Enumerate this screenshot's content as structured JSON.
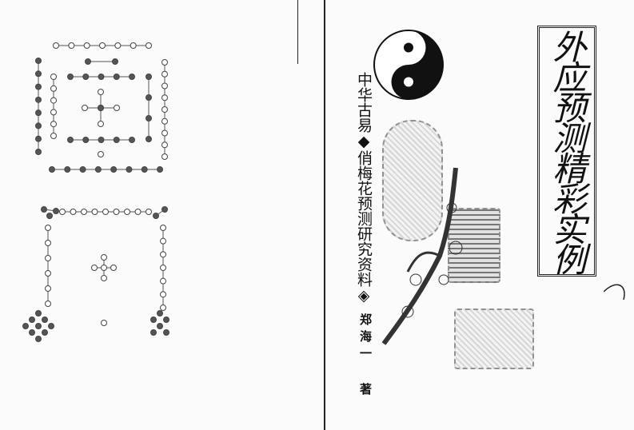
{
  "cover": {
    "title": "外应预测精彩实例",
    "series": "中华古易◆俏梅花预测研究资料◈",
    "author": "郑海一 著"
  },
  "back": {
    "diagrams": [
      "hetu-diagram",
      "luoshu-diagram"
    ]
  },
  "colors": {
    "ink": "#111111",
    "paper": "#fbfbfb"
  }
}
